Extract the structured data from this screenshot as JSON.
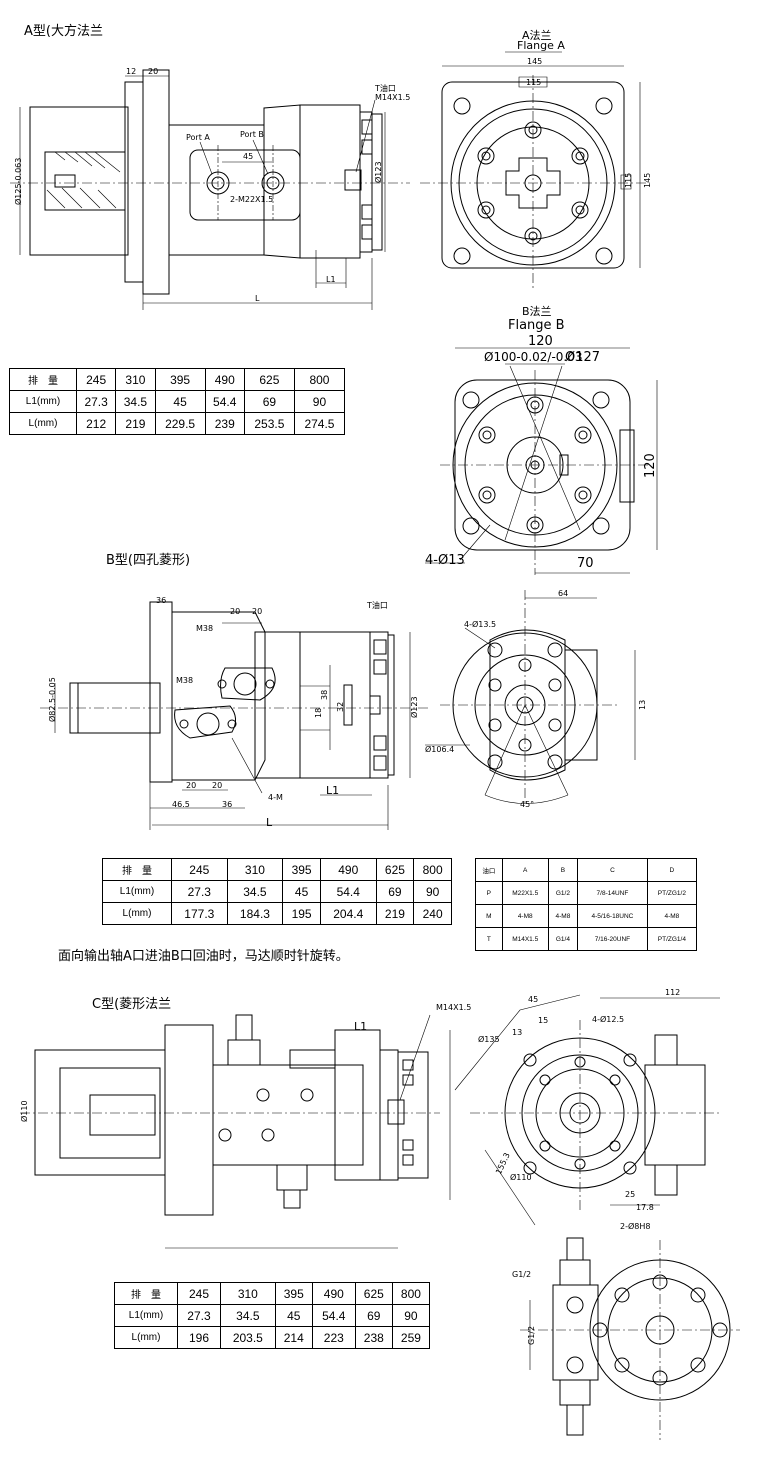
{
  "type_a": {
    "title": "A型(大方法兰",
    "flange_title_cn": "A法兰",
    "flange_title_en": "Flange A",
    "dims": {
      "d12": "12",
      "d20": "20",
      "port_a": "Port A",
      "port_b": "Port B",
      "d45": "45",
      "port_thread": "2-M22X1.5",
      "t_label": "T油口",
      "t_thread": "M14X1.5",
      "l1": "L1",
      "l": "L",
      "phi123": "Ø123",
      "shaft_dia": "Ø125-0.063",
      "f145": "145",
      "f115": "115",
      "f115v": "115",
      "f145v": "145"
    },
    "table": {
      "rows": [
        [
          "排　量",
          "245",
          "310",
          "395",
          "490",
          "625",
          "800"
        ],
        [
          "L1(mm)",
          "27.3",
          "34.5",
          "45",
          "54.4",
          "69",
          "90"
        ],
        [
          "L(mm)",
          "212",
          "219",
          "229.5",
          "239",
          "253.5",
          "274.5"
        ]
      ]
    }
  },
  "flange_b": {
    "title_cn": "B法兰",
    "title_en": "Flange B",
    "dims": {
      "w120": "120",
      "phi100": "Ø100-0.02/-0.03",
      "phi127": "Ø127",
      "h120": "120",
      "holes": "4-Ø13",
      "d70": "70"
    }
  },
  "type_b": {
    "title": "B型(四孔菱形)",
    "dims": {
      "d36": "36",
      "d20a": "20",
      "d20b": "20",
      "m_a": "M38",
      "m_b": "M38",
      "t_label": "T油口",
      "l1": "L1",
      "l": "L",
      "d465": "46.5",
      "d36b": "36",
      "d20c": "20",
      "d20d": "20",
      "holes4m": "4-M",
      "phi82": "Ø82.5-0.05",
      "phi123": "Ø123",
      "d18": "18",
      "d38": "38",
      "d32": "32",
      "d64": "64",
      "holes_f": "4-Ø13.5",
      "phi1064": "Ø106.4",
      "d13": "13",
      "deg45": "45°"
    },
    "table": {
      "rows": [
        [
          "排　量",
          "245",
          "310",
          "395",
          "490",
          "625",
          "800"
        ],
        [
          "L1(mm)",
          "27.3",
          "34.5",
          "45",
          "54.4",
          "69",
          "90"
        ],
        [
          "L(mm)",
          "177.3",
          "184.3",
          "195",
          "204.4",
          "219",
          "240"
        ]
      ]
    },
    "port_table": {
      "rows": [
        [
          "油口",
          "A",
          "B",
          "C",
          "D"
        ],
        [
          "P",
          "M22X1.5",
          "G1/2",
          "7/8-14UNF",
          "PT/ZG1/2"
        ],
        [
          "M",
          "4-M8",
          "4-M8",
          "4-5/16-18UNC",
          "4-M8"
        ],
        [
          "T",
          "M14X1.5",
          "G1/4",
          "7/16-20UNF",
          "PT/ZG1/4"
        ]
      ]
    }
  },
  "note": "面向输出轴A口进油B口回油时，马达顺时针旋转。",
  "type_c": {
    "title": "C型(菱形法兰",
    "dims": {
      "thread": "M14X1.5",
      "l1": "L1",
      "phi110": "Ø110",
      "phi135": "Ø135",
      "d45": "45",
      "d112": "112",
      "holes": "4-Ø12.5",
      "d13": "13",
      "d15": "15",
      "d1553": "155.3",
      "phi110b": "Ø110",
      "d25": "25",
      "d178": "17.8",
      "pins": "2-Ø8H8",
      "pt": "G1/2",
      "pt2": "G1/2"
    },
    "table": {
      "rows": [
        [
          "排　量",
          "245",
          "310",
          "395",
          "490",
          "625",
          "800"
        ],
        [
          "L1(mm)",
          "27.3",
          "34.5",
          "45",
          "54.4",
          "69",
          "90"
        ],
        [
          "L(mm)",
          "196",
          "203.5",
          "214",
          "223",
          "238",
          "259"
        ]
      ]
    }
  }
}
